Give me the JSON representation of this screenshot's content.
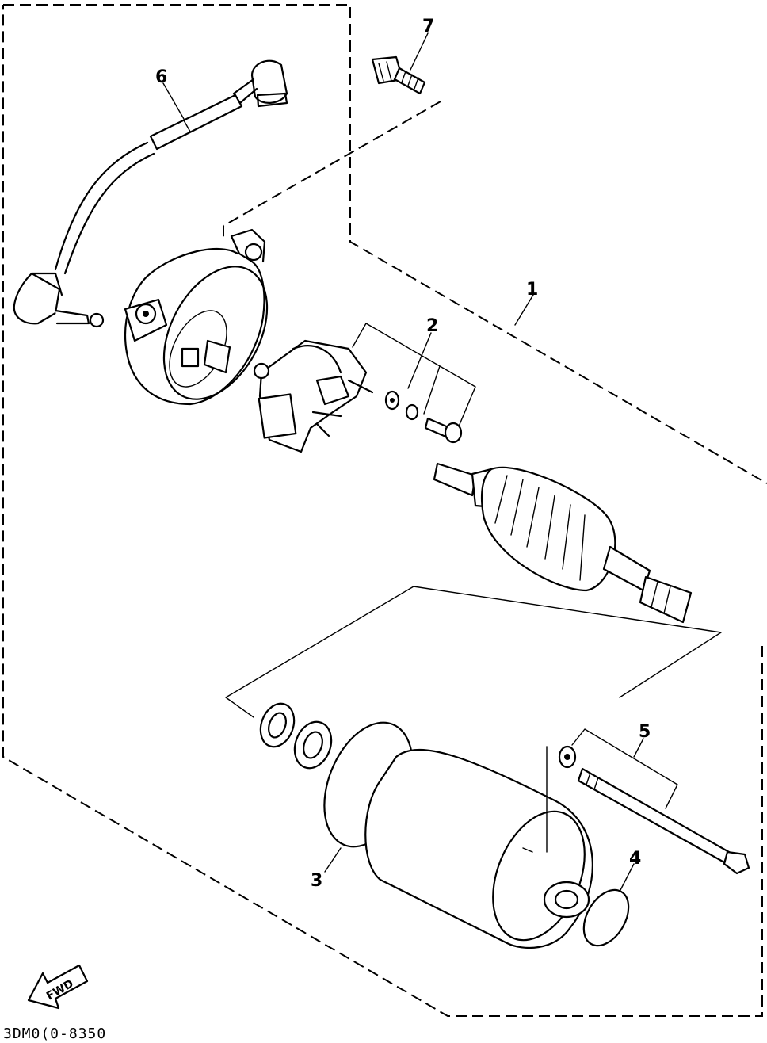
{
  "callouts": [
    "1",
    "2",
    "3",
    "4",
    "5",
    "6",
    "7"
  ],
  "direction_label": "FWD",
  "figure_code": "3DM0(0-8350"
}
